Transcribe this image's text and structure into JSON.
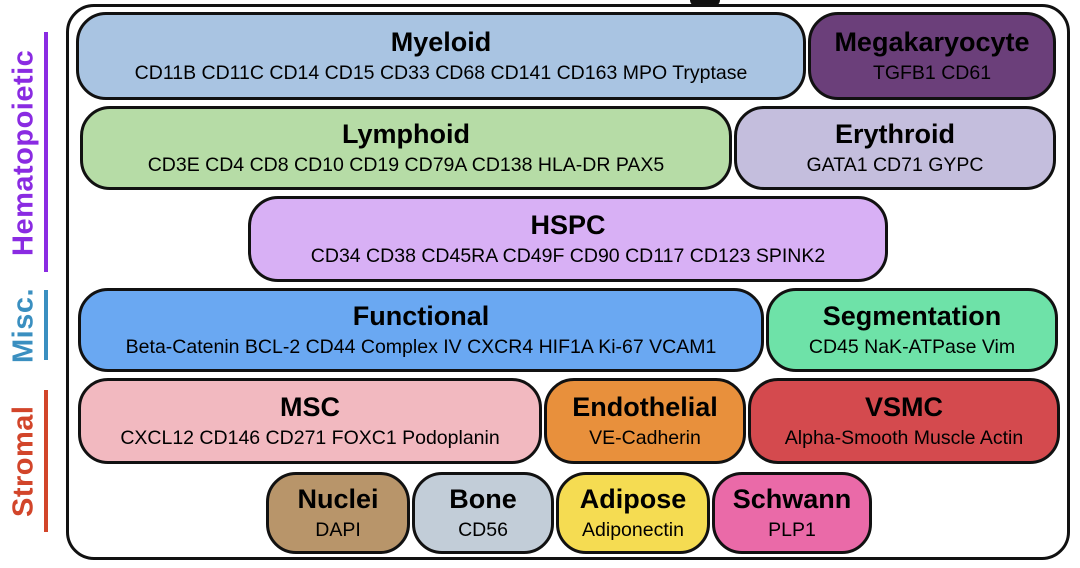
{
  "groups": {
    "hematopoietic": {
      "label": "Hematopoietic",
      "color": "#8a2be2"
    },
    "misc": {
      "label": "Misc.",
      "color": "#3a8fc0"
    },
    "stromal": {
      "label": "Stromal",
      "color": "#d2452a"
    }
  },
  "panels": {
    "myeloid": {
      "title": "Myeloid",
      "markers": "CD11B CD11C CD14 CD15 CD33 CD68 CD141 CD163 MPO Tryptase",
      "color": "#a9c4e2"
    },
    "megakaryocyte": {
      "title": "Megakaryocyte",
      "markers": "TGFB1 CD61",
      "color": "#6b3f7a"
    },
    "lymphoid": {
      "title": "Lymphoid",
      "markers": "CD3E CD4 CD8 CD10 CD19 CD79A CD138 HLA-DR PAX5",
      "color": "#b6dca6"
    },
    "erythroid": {
      "title": "Erythroid",
      "markers": "GATA1 CD71 GYPC",
      "color": "#c4bedd"
    },
    "hspc": {
      "title": "HSPC",
      "markers": "CD34 CD38 CD45RA CD49F CD90 CD117 CD123 SPINK2",
      "color": "#d8b0f5"
    },
    "functional": {
      "title": "Functional",
      "markers": "Beta-Catenin BCL-2 CD44 Complex IV CXCR4 HIF1A Ki-67 VCAM1",
      "color": "#6aa8f2"
    },
    "segmentation": {
      "title": "Segmentation",
      "markers": "CD45 NaK-ATPase Vim",
      "color": "#6ee2a8"
    },
    "msc": {
      "title": "MSC",
      "markers": "CXCL12 CD146 CD271 FOXC1 Podoplanin",
      "color": "#f2b9c0"
    },
    "endothelial": {
      "title": "Endothelial",
      "markers": "VE-Cadherin",
      "color": "#e8903c"
    },
    "vsmc": {
      "title": "VSMC",
      "markers": "Alpha-Smooth Muscle Actin",
      "color": "#d44a4e"
    },
    "nuclei": {
      "title": "Nuclei",
      "markers": "DAPI",
      "color": "#b8956a"
    },
    "bone": {
      "title": "Bone",
      "markers": "CD56",
      "color": "#c2cdd8"
    },
    "adipose": {
      "title": "Adipose",
      "markers": "Adiponectin",
      "color": "#f5dc52"
    },
    "schwann": {
      "title": "Schwann",
      "markers": "PLP1",
      "color": "#ea6aa8"
    }
  }
}
